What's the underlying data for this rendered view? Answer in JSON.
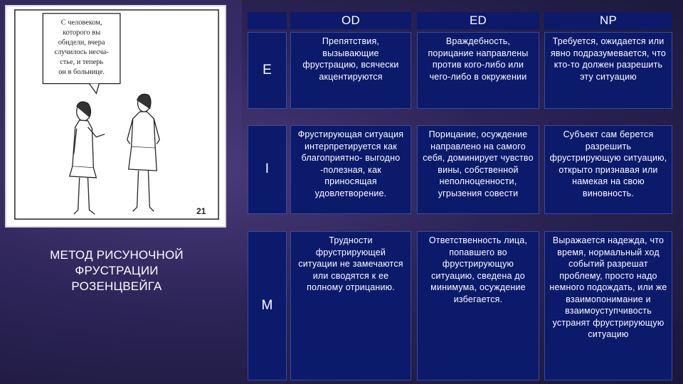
{
  "picture": {
    "speech": [
      "С человеком,",
      "которого вы",
      "обидели, вчера",
      "случилось несча-",
      "стье, и теперь",
      "он в больнице."
    ],
    "number": "21"
  },
  "caption": {
    "lines": [
      "МЕТОД РИСУНОЧНОЙ",
      "ФРУСТРАЦИИ",
      "РОЗЕНЦВЕЙГА"
    ]
  },
  "table": {
    "headers": [
      "OD",
      "ED",
      "NP"
    ],
    "rows": [
      {
        "label": "E",
        "cells": [
          "Препятствия, вызывающие фрустрацию, всячески акцентируются",
          "Враждебность, порицание направлены против кого-либо или чего-либо в окружении",
          "Требуется, ожидается или явно подразумевается, что кто-то должен разрешить эту ситуацию"
        ]
      },
      {
        "label": "I",
        "cells": [
          "Фрустирующая ситуация интерпретируется как благоприятно- выгодно -полезная, как приносящая удовлетворение.",
          "Порицание, осуждение направлено на самого себя, доминирует чувство вины, собственной неполноценности, угрызения совести",
          "Субъект сам берется разрешить фрустрирующую ситуацию, открыто признавая или намекая на свою виновность."
        ]
      },
      {
        "label": "M",
        "cells": [
          "Трудности фрустрирующей ситуации не замечаются или сводятся к ее полному отрицанию.",
          "Ответственность лица, попавшего во фрустрирующую ситуацию, сведена до минимума, осуждение избегается.",
          "Выражается надежда, что время, нормальный ход событий разрешат проблему, просто надо немного подождать, или же взаимопонимание и взаимоуступчивость устранят фрустрирующую ситуацию"
        ]
      }
    ]
  }
}
